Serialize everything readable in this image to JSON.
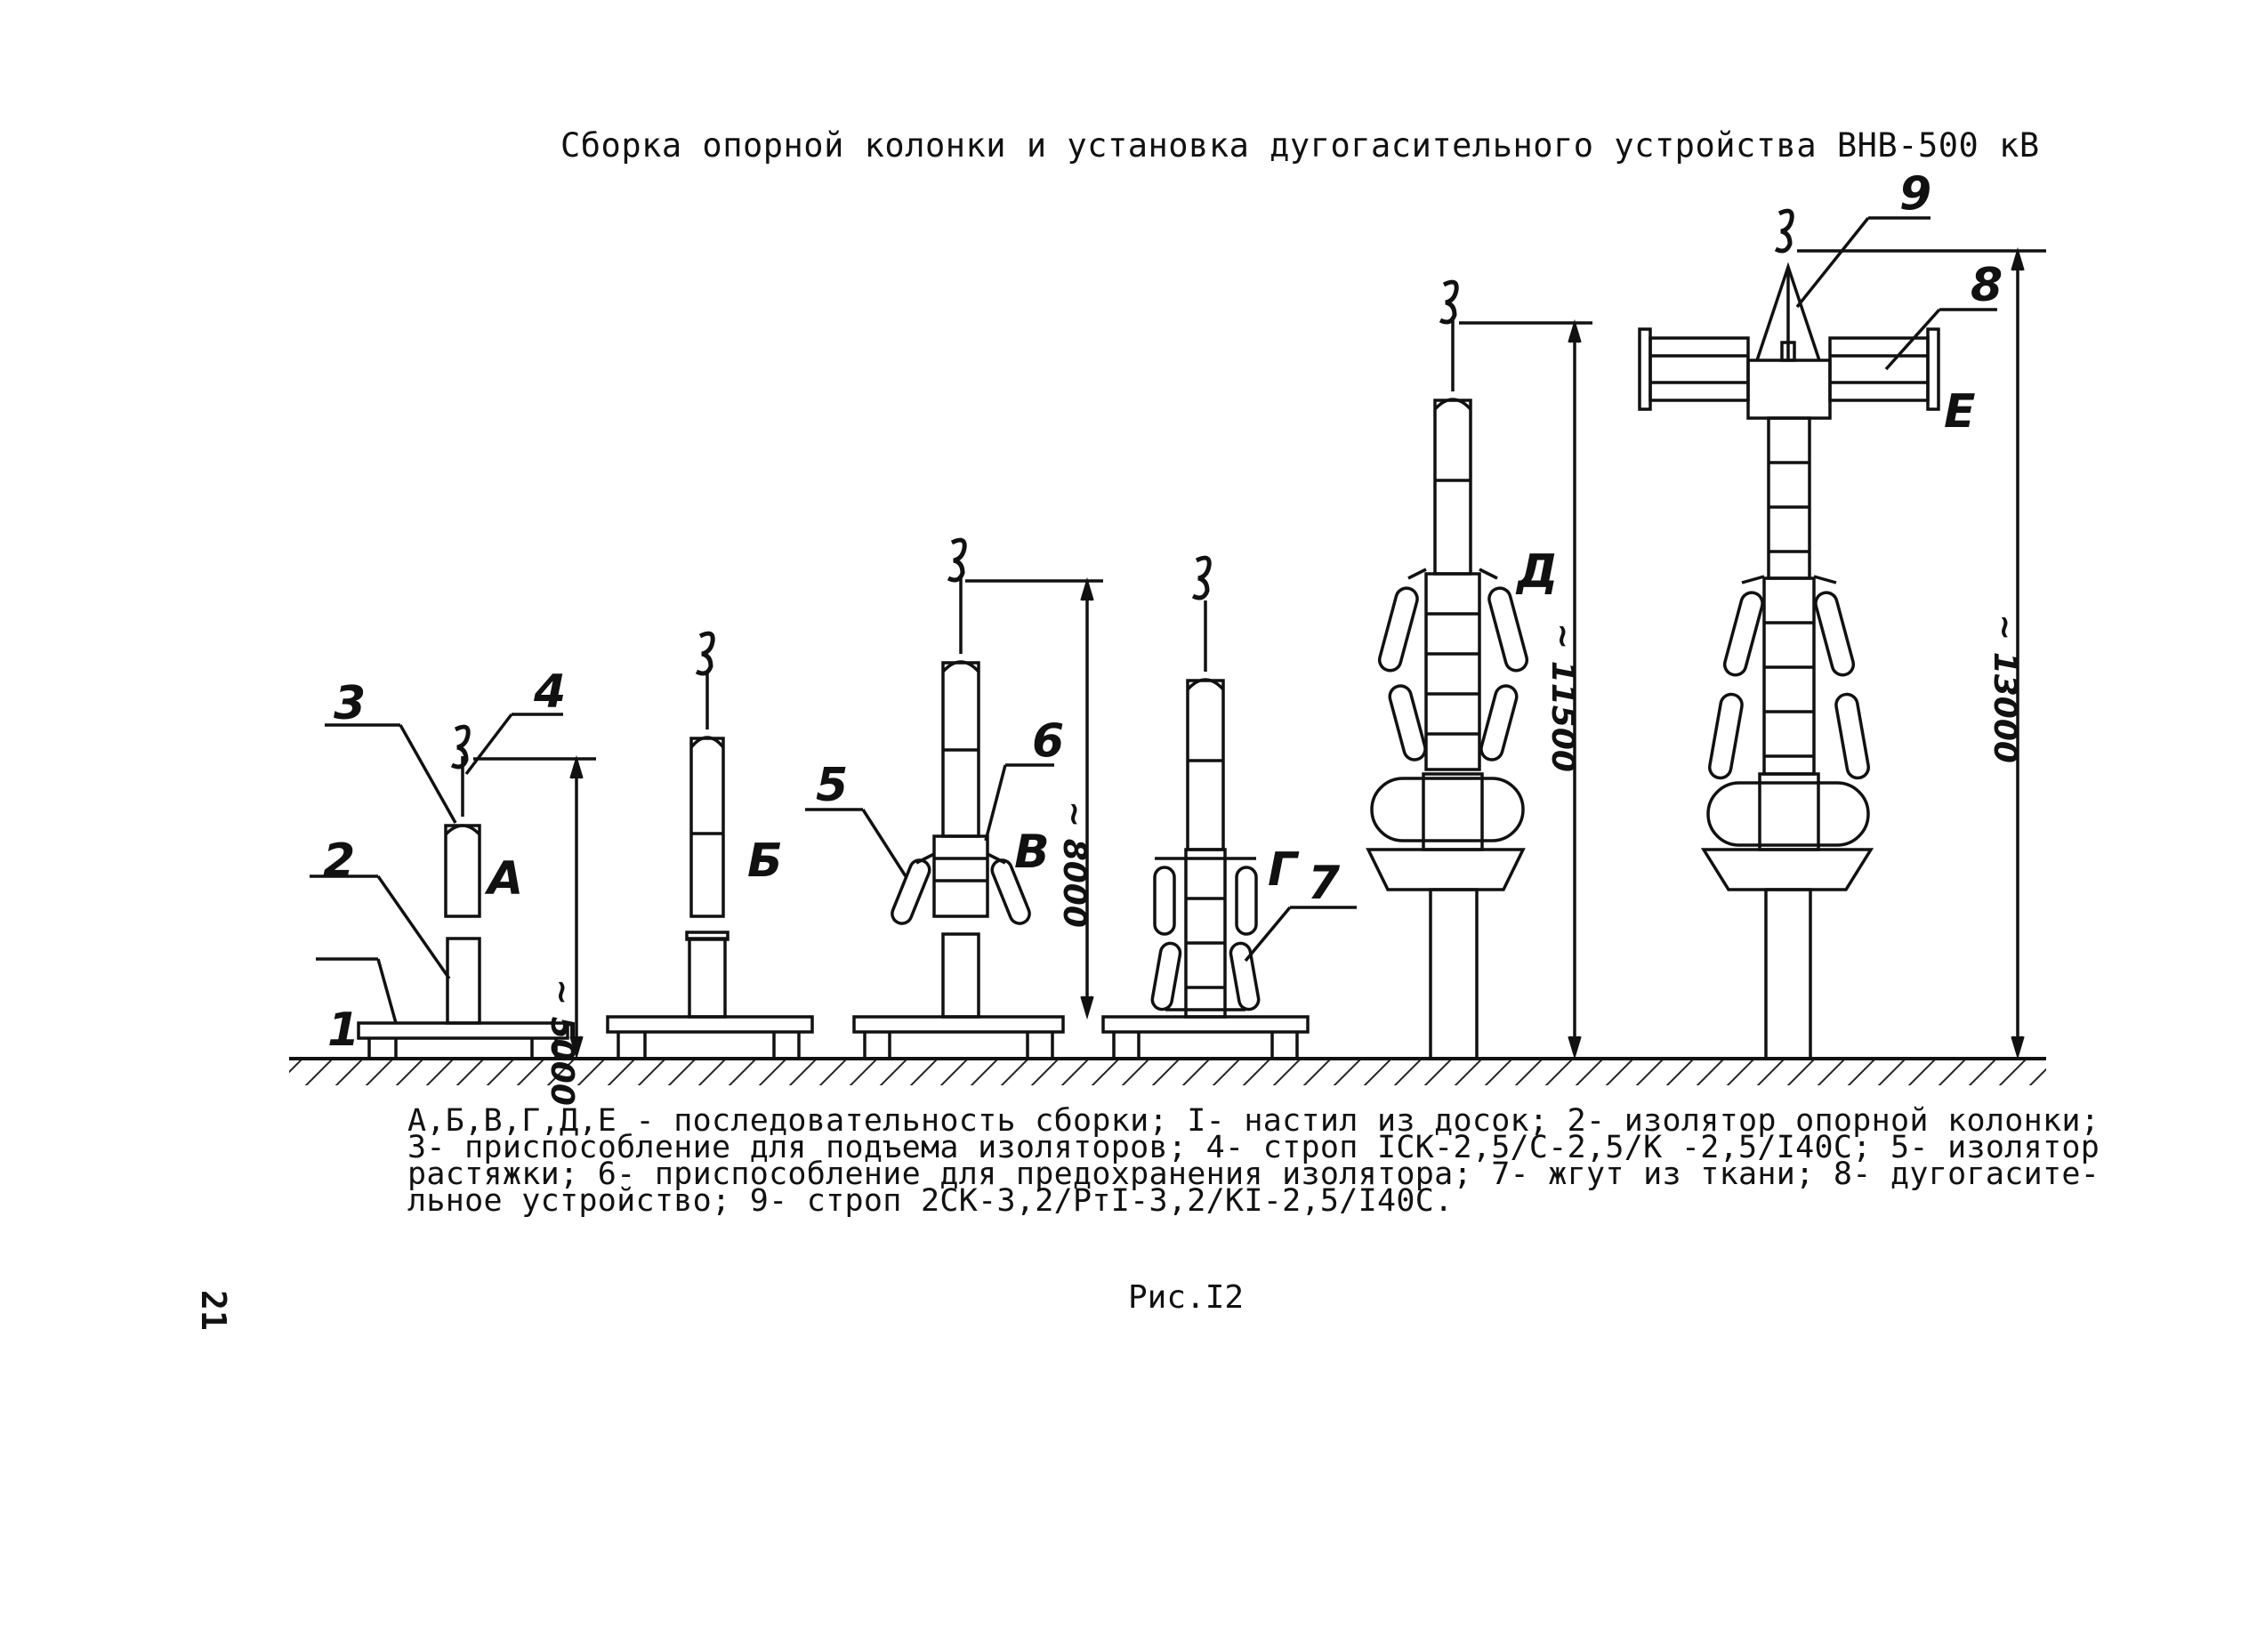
{
  "title": "Сборка опорной колонки и установка дугогасительного устройства  ВНВ-500 кВ",
  "stages": [
    {
      "letter": "А",
      "height_label": "~ 5000"
    },
    {
      "letter": "Б",
      "height_label": ""
    },
    {
      "letter": "В",
      "height_label": "~ 8000"
    },
    {
      "letter": "Г",
      "height_label": ""
    },
    {
      "letter": "Д",
      "height_label": "~ 11500"
    },
    {
      "letter": "Е",
      "height_label": "~ 13000"
    }
  ],
  "callouts": [
    "1",
    "2",
    "3",
    "4",
    "5",
    "6",
    "7",
    "8",
    "9"
  ],
  "caption_lines": [
    "А,Б,В,Г,Д,Е - последовательность сборки; I- настил из досок; 2- изолятор опорной колонки;",
    "3- приспособление для подъема изоляторов; 4- строп IСК-2,5/С-2,5/К -2,5/I40С; 5- изолятор",
    "растяжки; 6- приспособление для предохранения изолятора; 7- жгут из ткани; 8- дугогасите-",
    "льное устройство; 9- строп 2СК-3,2/РтI-3,2/КI-2,5/I40С."
  ],
  "figure_number": "Рис.I2",
  "page_number": "21"
}
